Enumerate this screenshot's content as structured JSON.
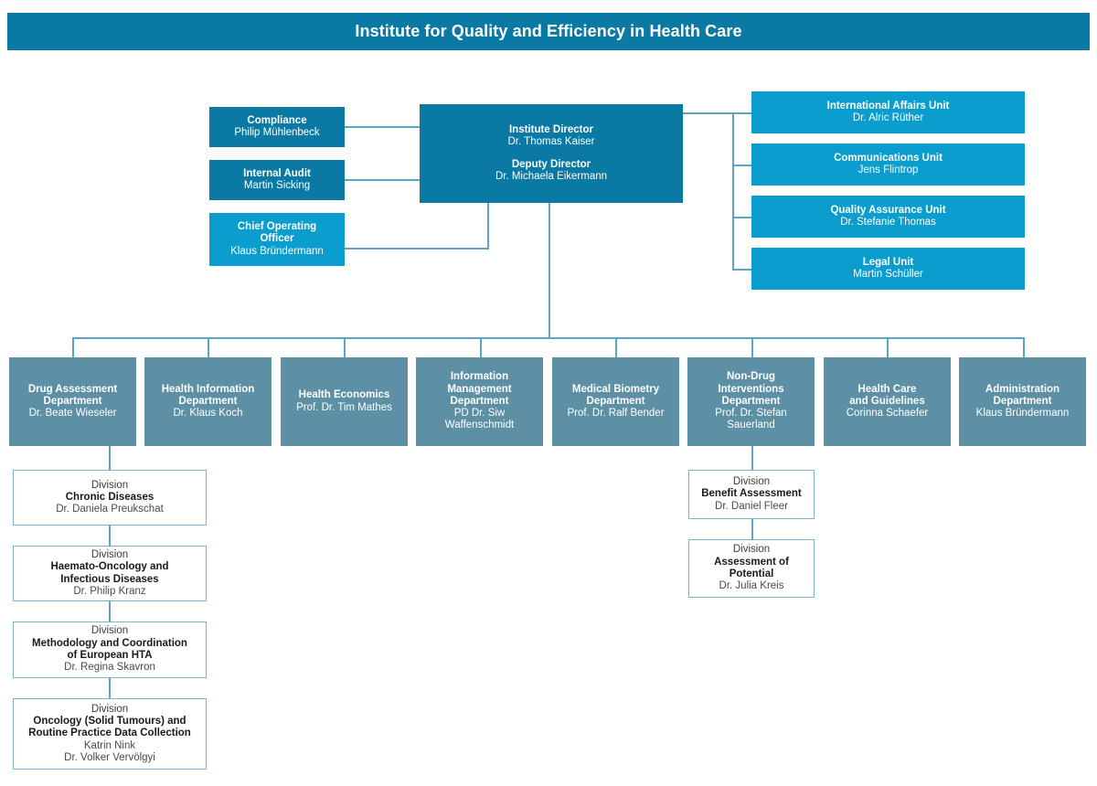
{
  "header": {
    "title": "Institute for Quality and Efficiency in Health Care"
  },
  "colors": {
    "header_bar": "#0a7aa5",
    "dark_box": "#0a7aa5",
    "bright_box": "#0b9dcd",
    "department_box": "#5d90a5",
    "division_border": "#7fb3c9",
    "connector": "#5aa5c4",
    "page_background": "#ffffff"
  },
  "leadership": {
    "director_title": "Institute Director",
    "director_name": "Dr. Thomas Kaiser",
    "deputy_title": "Deputy Director",
    "deputy_name": "Dr. Michaela Eikermann"
  },
  "staff_boxes": [
    {
      "title": "Compliance",
      "name": "Philip Mühlenbeck",
      "style": "dark"
    },
    {
      "title": "Internal Audit",
      "name": "Martin Sicking",
      "style": "dark"
    },
    {
      "title": "Chief Operating\nOfficer",
      "name": "Klaus Bründermann",
      "style": "bright"
    }
  ],
  "units": [
    {
      "title": "International Affairs Unit",
      "name": "Dr. Alric Rüther"
    },
    {
      "title": "Communications Unit",
      "name": "Jens Flintrop"
    },
    {
      "title": "Quality Assurance Unit",
      "name": "Dr. Stefanie Thomas"
    },
    {
      "title": "Legal Unit",
      "name": "Martin Schüller"
    }
  ],
  "departments": [
    {
      "title": "Drug Assessment\nDepartment",
      "name": "Dr. Beate Wieseler"
    },
    {
      "title": "Health Information\nDepartment",
      "name": "Dr. Klaus Koch"
    },
    {
      "title": "Health Economics",
      "name": "Prof. Dr. Tim Mathes"
    },
    {
      "title": "Information\nManagement\nDepartment",
      "name": "PD Dr. Siw\nWaffenschmidt"
    },
    {
      "title": "Medical Biometry\nDepartment",
      "name": "Prof. Dr. Ralf Bender"
    },
    {
      "title": "Non-Drug\nInterventions\nDepartment",
      "name": "Prof. Dr. Stefan\nSauerland"
    },
    {
      "title": "Health Care\nand Guidelines",
      "name": "Corinna Schaefer"
    },
    {
      "title": "Administration\nDepartment",
      "name": "Klaus Bründermann"
    }
  ],
  "divisions_left": [
    {
      "kicker": "Division",
      "title": "Chronic Diseases",
      "name": "Dr. Daniela Preukschat"
    },
    {
      "kicker": "Division",
      "title": "Haemato-Oncology and\nInfectious Diseases",
      "name": "Dr. Philip Kranz"
    },
    {
      "kicker": "Division",
      "title": "Methodology and Coordination\nof European HTA",
      "name": "Dr. Regina Skavron"
    },
    {
      "kicker": "Division",
      "title": "Oncology (Solid Tumours) and\nRoutine Practice Data Collection",
      "name": "Katrin Nink\nDr. Volker Vervölgyi"
    }
  ],
  "divisions_right": [
    {
      "kicker": "Division",
      "title": "Benefit Assessment",
      "name": "Dr. Daniel Fleer"
    },
    {
      "kicker": "Division",
      "title": "Assessment of\nPotential",
      "name": "Dr. Julia Kreis"
    }
  ]
}
